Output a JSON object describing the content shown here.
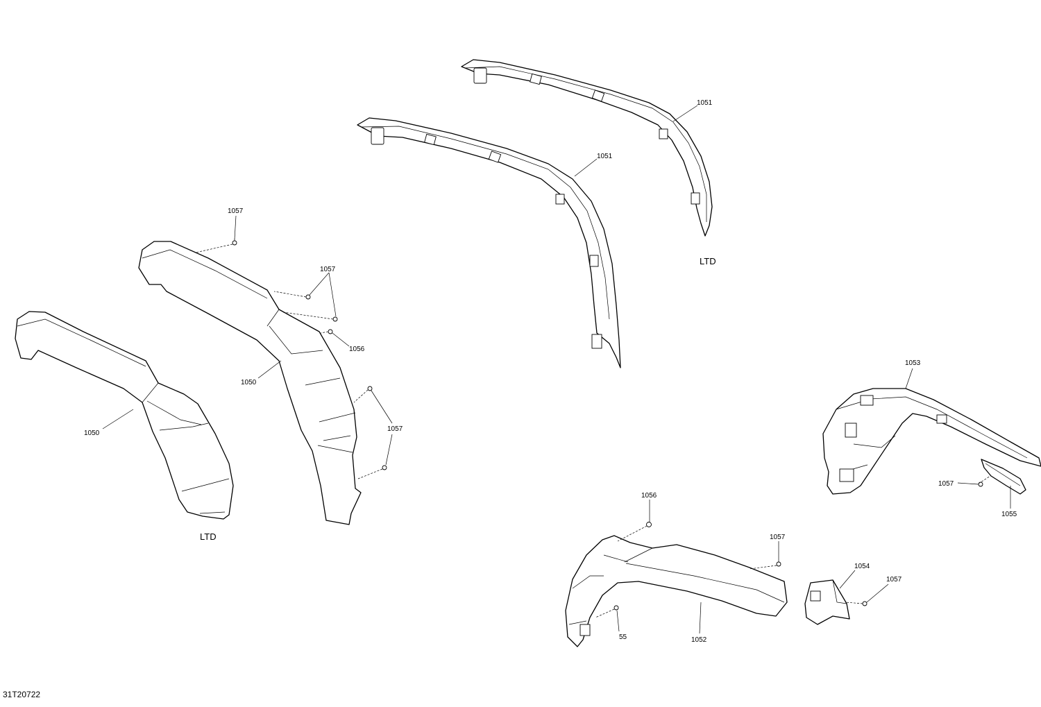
{
  "figure_id": "31T20722",
  "variant_note": "LTD",
  "callouts": {
    "c1051_top": "1051",
    "c1051_mid": "1051",
    "c1057_a": "1057",
    "c1057_b": "1057",
    "c1056_a": "1056",
    "c1050_a": "1050",
    "c1050_b": "1050",
    "c1057_c": "1057",
    "c1053": "1053",
    "c1057_d": "1057",
    "c1055": "1055",
    "c1056_b": "1056",
    "c1057_e": "1057",
    "c1054": "1054",
    "c1057_f": "1057",
    "c55": "55",
    "c1052": "1052"
  }
}
